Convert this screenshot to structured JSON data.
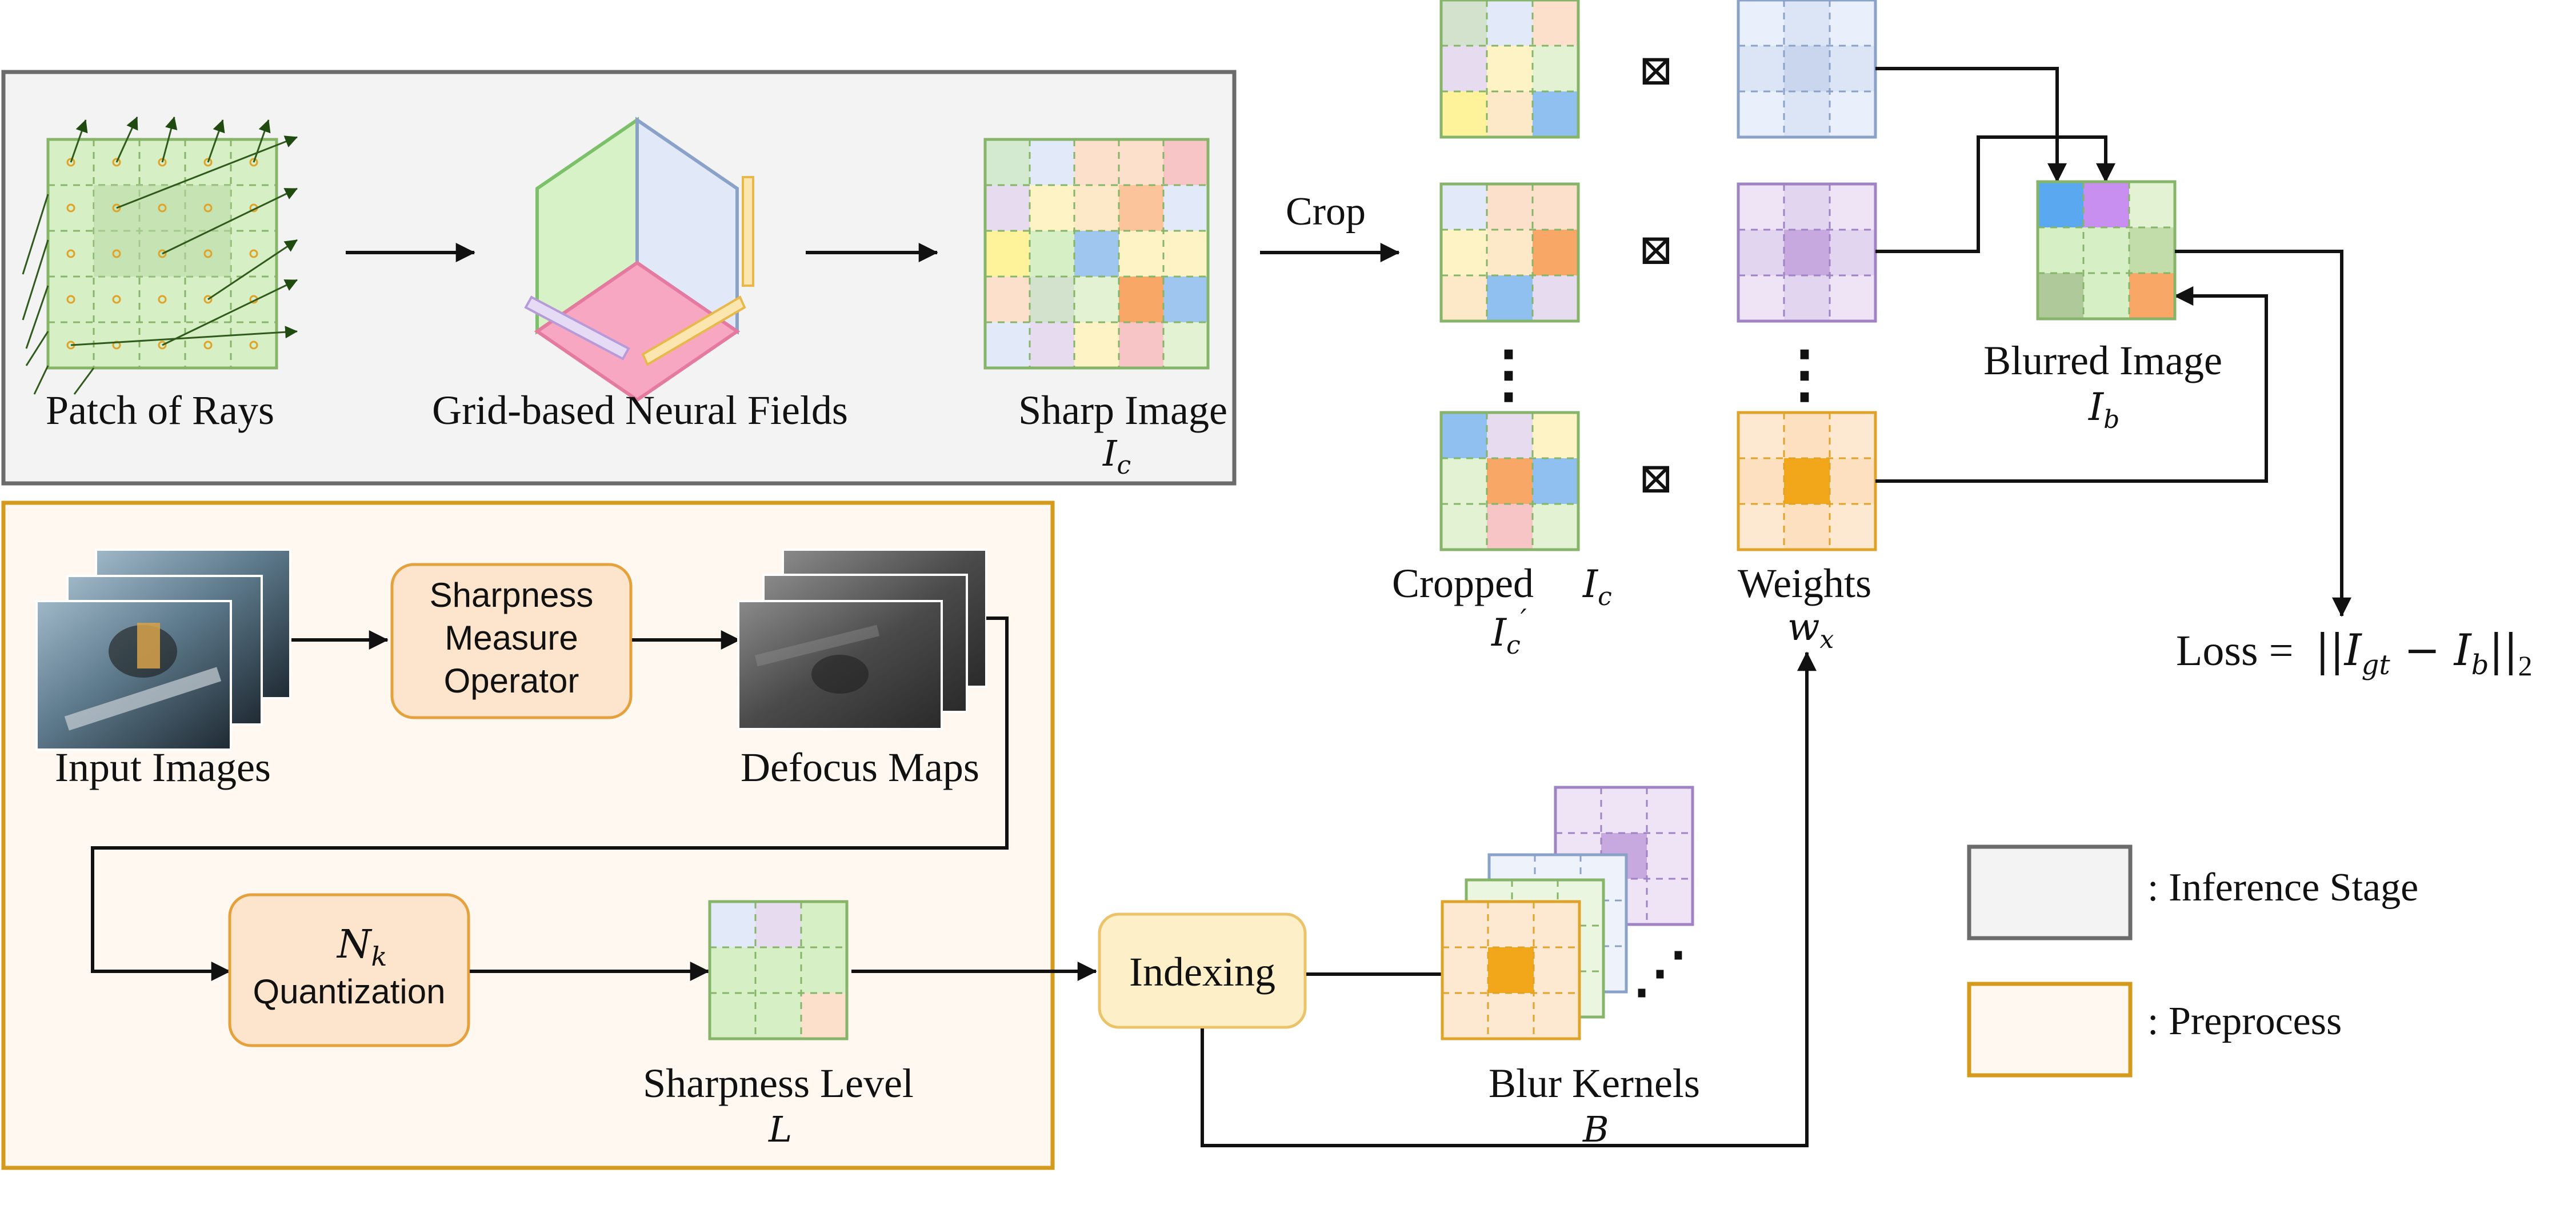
{
  "colors": {
    "inference_border": "#6b6b6b",
    "inference_fill": "#f3f3f3",
    "preprocess_border": "#d49a1c",
    "preprocess_fill": "#fef8f1",
    "operator_fill": "#fde4cc",
    "indexing_fill": "#fdf0c8",
    "grid_green": "#d6efc4",
    "grid_green_line": "#86b56a",
    "grid_green_dark": "#c2e2aa",
    "weights_purple_line": "#9f83c4",
    "weights_blue_line": "#8aa1c8",
    "weights_orange_line": "#e0a32a",
    "kernel_center": "#f2a71b"
  },
  "inference": {
    "patch_label": "Patch of Rays",
    "fields_label": "Grid-based Neural Fields",
    "sharp_label": "Sharp Image",
    "sharp_sym": "I",
    "sharp_sub": "c"
  },
  "preprocess": {
    "input_label": "Input Images",
    "operator_lines": [
      "Sharpness",
      "Measure",
      "Operator"
    ],
    "defocus_label": "Defocus Maps",
    "quant_sym": "N",
    "quant_sub": "k",
    "quant_label": "Quantization",
    "level_label": "Sharpness Level",
    "level_sym": "L"
  },
  "middle": {
    "crop_label": "Crop",
    "multiply_sign": "⊠",
    "vdots": "⋮",
    "hdots": "⋰",
    "cropped_label": "Cropped",
    "cropped_sym": "I",
    "cropped_sub": "c",
    "cropped_prime_sym": "I",
    "cropped_prime_sub": "c",
    "cropped_prime_mark": "′",
    "weights_label": "Weights",
    "weights_sym": "w",
    "weights_sub": "x",
    "indexing_label": "Indexing",
    "kernels_label": "Blur Kernels",
    "kernels_sym": "B"
  },
  "output": {
    "blurred_label": "Blurred Image",
    "blurred_sym": "I",
    "blurred_sub": "b",
    "loss_prefix": "Loss =",
    "loss_left": "||I",
    "loss_gt": "gt",
    "loss_minus": " − I",
    "loss_b": "b",
    "loss_right": "||",
    "loss_two": "2"
  },
  "legend": {
    "inference_label": ": Inference Stage",
    "preprocess_label": ": Preprocess"
  }
}
